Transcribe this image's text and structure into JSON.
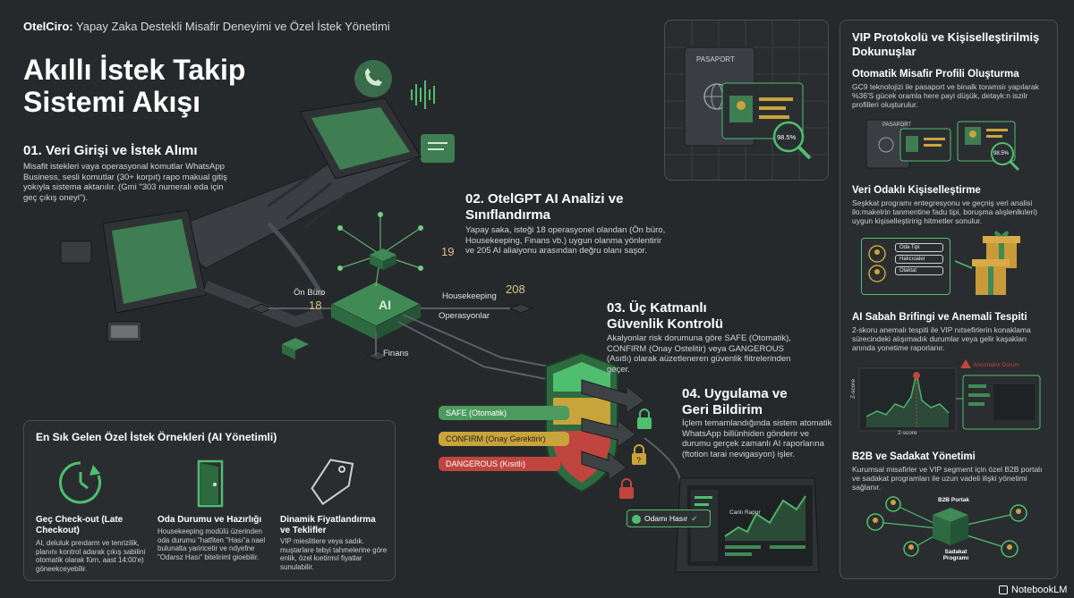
{
  "header": {
    "brand": "OtelCiro:",
    "subtitle": "Yapay Zaka Destekli Misafir Deneyimi ve Özel İstek Yönetimi"
  },
  "main_title": "Akıllı İstek Takip Sistemi Akışı",
  "steps": [
    {
      "title": "01. Veri Girişi ve İstek Alımı",
      "text": "Misafit istekleri vaya operasyonal komutlar WhatsApp Business, sesli komutlar (30+ korpıt) rapo makual gitiş yokıyla sistema aktanılır. (Gmi \"303 numeralı eda için geç çıkış oneyi\")."
    },
    {
      "title": "02. OtelGPT AI Analizi ve Sınıflandırma",
      "text": "Yapay saka, isteği 18 operasyonel olandan (Ön büro, Housekeeping, Finans vb.) uygun olanma yönlentirir ve 205 AI aliaiyonu arasından değru olanı saşor."
    },
    {
      "title": "03. Üç Katmanlı Güvenlik Kontrolü",
      "text": "Akalyonlar risk dorumuna göre SAFE (Otomatik), CONFIRM (Onay Ostelitir) veya GANGEROUS (Asıtlı) olarak aüzetleneren güvenlik fiitrelerinden geçer."
    },
    {
      "title": "04. Uygulama ve Geri Bildirim",
      "text": "İçlem temamlandığında sistem atomatik WhatsApp billünhiden gönderir ve durumu gerçek zamanlı AI raporlarına (ftotion tarai nevigasyon) işler."
    }
  ],
  "flow": {
    "ai_chip": "AI",
    "on_buro": "Ön Büro",
    "on_buro_num": "18",
    "housekeeping": "Housekeeping",
    "housekeeping_num": "208",
    "num_19": "19",
    "operasyonlar": "Operasyonlar",
    "finans": "Finans",
    "safe": "SAFE (Otomatik)",
    "confirm": "CONFIRM (Onay Gerektirir)",
    "dangerous": "DANGEROUS (Kısıtlı)",
    "report_title": "Canlı Rapor",
    "toast": "Odamı Hasır"
  },
  "examples": {
    "title": "En Sık Gelen Özel İstek Örnekleri (AI Yönetimli)",
    "items": [
      {
        "title": "Geç Check-out (Late Checkout)",
        "text": "AI, deluluk preıdarm ve tenrizilik, planını kontrol adarak çıkış sabilini otomatik olarak fürn, aast 14:00'e) göneekceyebilir.",
        "icon": "clock-icon"
      },
      {
        "title": "Oda Durumu ve Hazırlığı",
        "text": "Housekeeping modülü üzerinden oda durumu \"hatfiten \"Hası\"a nael bulunalta yariricetir ve ndyefne \"Odarsz Hası\" biteliriml gioebilir.",
        "icon": "door-icon"
      },
      {
        "title": "Dinamik Fiyatlandırma ve Teklifler",
        "text": "VIP mieslitlere veya sadık. muştarlare tebyi tahmelerine göre enlik, özel kıetirmıl fiyatlar sunulabilir.",
        "icon": "price-tag-icon"
      }
    ]
  },
  "vip": {
    "title": "VIP Protokolü ve Kişiselleştirilmiş Dokunuşlar",
    "sections": [
      {
        "title": "Otomatik Misafir Profili Oluşturma",
        "text": "GC9 teknolojizi ile pasaport ve binalk toramsiı yapılarak %36'S gücek oramla here payi düşük, detayk:n iszilr profilleri oluşturulur."
      },
      {
        "title": "Veri Odaklı Kişiselleştirme",
        "text": "Seşkkat programı entegresyonu ve geçniş veri analisi ilo:makelrin tanmentine fadu tipi, boruşma alışlenlkıleri) uygun kişiselleştiririg hitmetler sonulur."
      },
      {
        "title": "AI Sabah Brifingi ve Anemali Tespiti",
        "text": "2-skoru anemalı tespiti ile VIP nıtsefirlerin konaklama sürecindeki alışımadık durumlar veya gelir kaşakları anında yonetime raporlanır."
      },
      {
        "title": "B2B ve Sadakat Yönetimi",
        "text": "Kurumsal misafirler ve VIP segment için özel B2B portalı ve sadakat programları ile uzun vadeli ilişki yönetimi sağlanır."
      }
    ],
    "passport_label": "PASAPORT",
    "passport_label_small": "PASAPORT",
    "match_score": "98.5%",
    "match_score_small": "98.5%",
    "pref_items": [
      "Oda Tipi",
      "Halıcıoaler",
      "Olaktat"
    ],
    "anomaly_label": "Anormallık Dorum",
    "z_score": "2-score",
    "z_score_axis": "Z-score",
    "b2b_portal": "B2B Portak",
    "loyalty": "Sadakat Programı"
  },
  "footer": {
    "brand": "NotebookLM"
  },
  "colors": {
    "bg": "#26292c",
    "green": "#3f8a55",
    "yellow": "#c9a43a",
    "red": "#c0453e"
  }
}
